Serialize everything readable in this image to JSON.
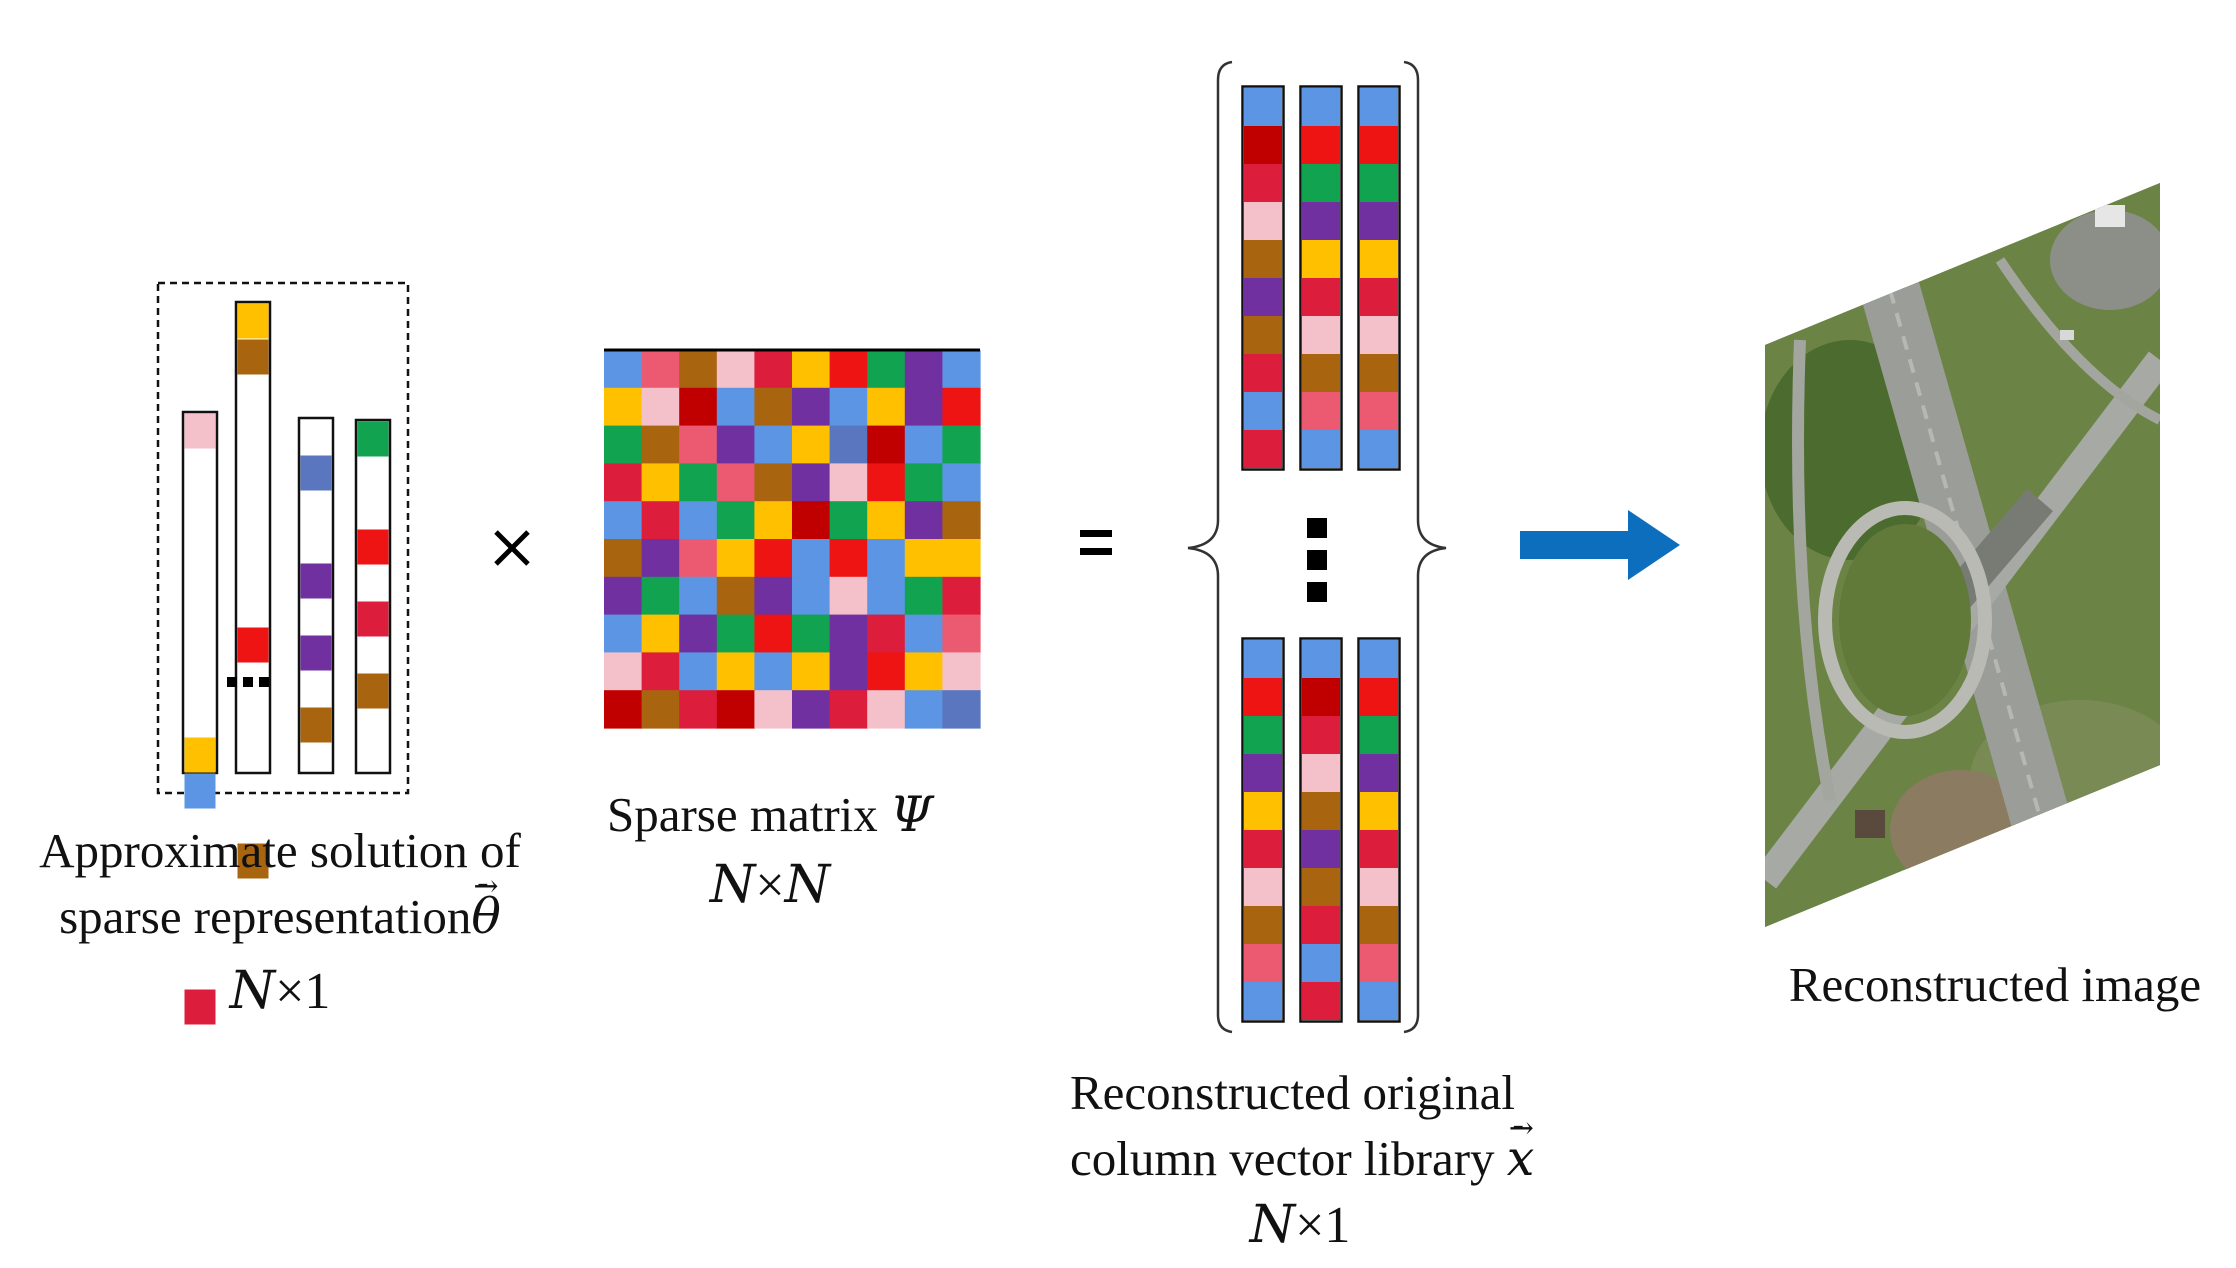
{
  "palette": {
    "blue": "#5b95e3",
    "red": "#ee1414",
    "crimson": "#dc1e3c",
    "darkred": "#c00000",
    "green": "#11a350",
    "purple": "#7030a0",
    "orange": "#ffc000",
    "brown": "#a96410",
    "pink": "#f4c1cb",
    "rose": "#ec5a72",
    "steel": "#5a76be",
    "white": "#ffffff",
    "arrow": "#0d6ebd"
  },
  "captions": {
    "sparse_solution": {
      "line1": "Approximate solution of",
      "line2": "sparse representation",
      "symbol": "θ",
      "dim_n": "N",
      "dim_rest": "×1"
    },
    "sparse_matrix": {
      "line1": "Sparse matrix ",
      "symbol": "Ψ",
      "dim_n": "N",
      "dim_mid": "×",
      "dim_n2": "N"
    },
    "reconstructed_library": {
      "line1": "Reconstructed original",
      "line2": "column vector library ",
      "symbol": "x",
      "dim_n": "N",
      "dim_rest": "×1"
    },
    "reconstructed_image": "Reconstructed image"
  },
  "operators": {
    "times": "×",
    "equals": "="
  },
  "sparse_columns": [
    {
      "len": 17,
      "cells": [
        [
          0,
          "pink"
        ],
        [
          9,
          "orange"
        ],
        [
          10,
          "blue"
        ],
        [
          16,
          "crimson"
        ]
      ]
    },
    {
      "len": 16,
      "cells": [
        [
          0,
          "orange"
        ],
        [
          1,
          "brown"
        ],
        [
          9,
          "red"
        ],
        [
          15,
          "brown"
        ]
      ]
    },
    {
      "len": 17,
      "cells": [
        [
          1,
          "steel"
        ],
        [
          4,
          "purple"
        ],
        [
          6,
          "purple"
        ],
        [
          8,
          "brown"
        ]
      ]
    },
    {
      "len": 17,
      "cells": [
        [
          0,
          "green"
        ],
        [
          3,
          "red"
        ],
        [
          5,
          "crimson"
        ],
        [
          7,
          "brown"
        ]
      ]
    }
  ],
  "matrix": [
    [
      "blue",
      "rose",
      "brown",
      "pink",
      "crimson",
      "orange",
      "red",
      "green",
      "purple",
      "blue"
    ],
    [
      "orange",
      "pink",
      "darkred",
      "blue",
      "brown",
      "purple",
      "blue",
      "orange",
      "purple",
      "red"
    ],
    [
      "green",
      "brown",
      "rose",
      "purple",
      "blue",
      "orange",
      "steel",
      "darkred",
      "blue",
      "green"
    ],
    [
      "crimson",
      "orange",
      "green",
      "rose",
      "brown",
      "purple",
      "pink",
      "red",
      "green",
      "blue"
    ],
    [
      "blue",
      "crimson",
      "blue",
      "green",
      "orange",
      "darkred",
      "green",
      "orange",
      "purple",
      "brown"
    ],
    [
      "brown",
      "purple",
      "rose",
      "orange",
      "red",
      "blue",
      "red",
      "blue",
      "orange",
      "orange"
    ],
    [
      "purple",
      "green",
      "blue",
      "brown",
      "purple",
      "blue",
      "pink",
      "blue",
      "green",
      "crimson"
    ],
    [
      "blue",
      "orange",
      "purple",
      "green",
      "red",
      "green",
      "purple",
      "crimson",
      "blue",
      "rose"
    ],
    [
      "pink",
      "crimson",
      "blue",
      "orange",
      "blue",
      "orange",
      "purple",
      "red",
      "orange",
      "pink"
    ],
    [
      "darkred",
      "brown",
      "crimson",
      "darkred",
      "pink",
      "purple",
      "crimson",
      "pink",
      "blue",
      "steel"
    ]
  ],
  "library_top": [
    [
      "blue",
      "darkred",
      "crimson",
      "pink",
      "brown",
      "purple",
      "brown",
      "crimson",
      "blue",
      "crimson"
    ],
    [
      "blue",
      "red",
      "green",
      "purple",
      "orange",
      "crimson",
      "pink",
      "brown",
      "rose",
      "blue"
    ],
    [
      "blue",
      "red",
      "green",
      "purple",
      "orange",
      "crimson",
      "pink",
      "brown",
      "rose",
      "blue"
    ]
  ],
  "library_bottom": [
    [
      "blue",
      "red",
      "green",
      "purple",
      "orange",
      "crimson",
      "pink",
      "brown",
      "rose",
      "blue"
    ],
    [
      "blue",
      "darkred",
      "crimson",
      "pink",
      "brown",
      "purple",
      "brown",
      "crimson",
      "blue",
      "crimson"
    ],
    [
      "blue",
      "red",
      "green",
      "purple",
      "orange",
      "crimson",
      "pink",
      "brown",
      "rose",
      "blue"
    ]
  ]
}
